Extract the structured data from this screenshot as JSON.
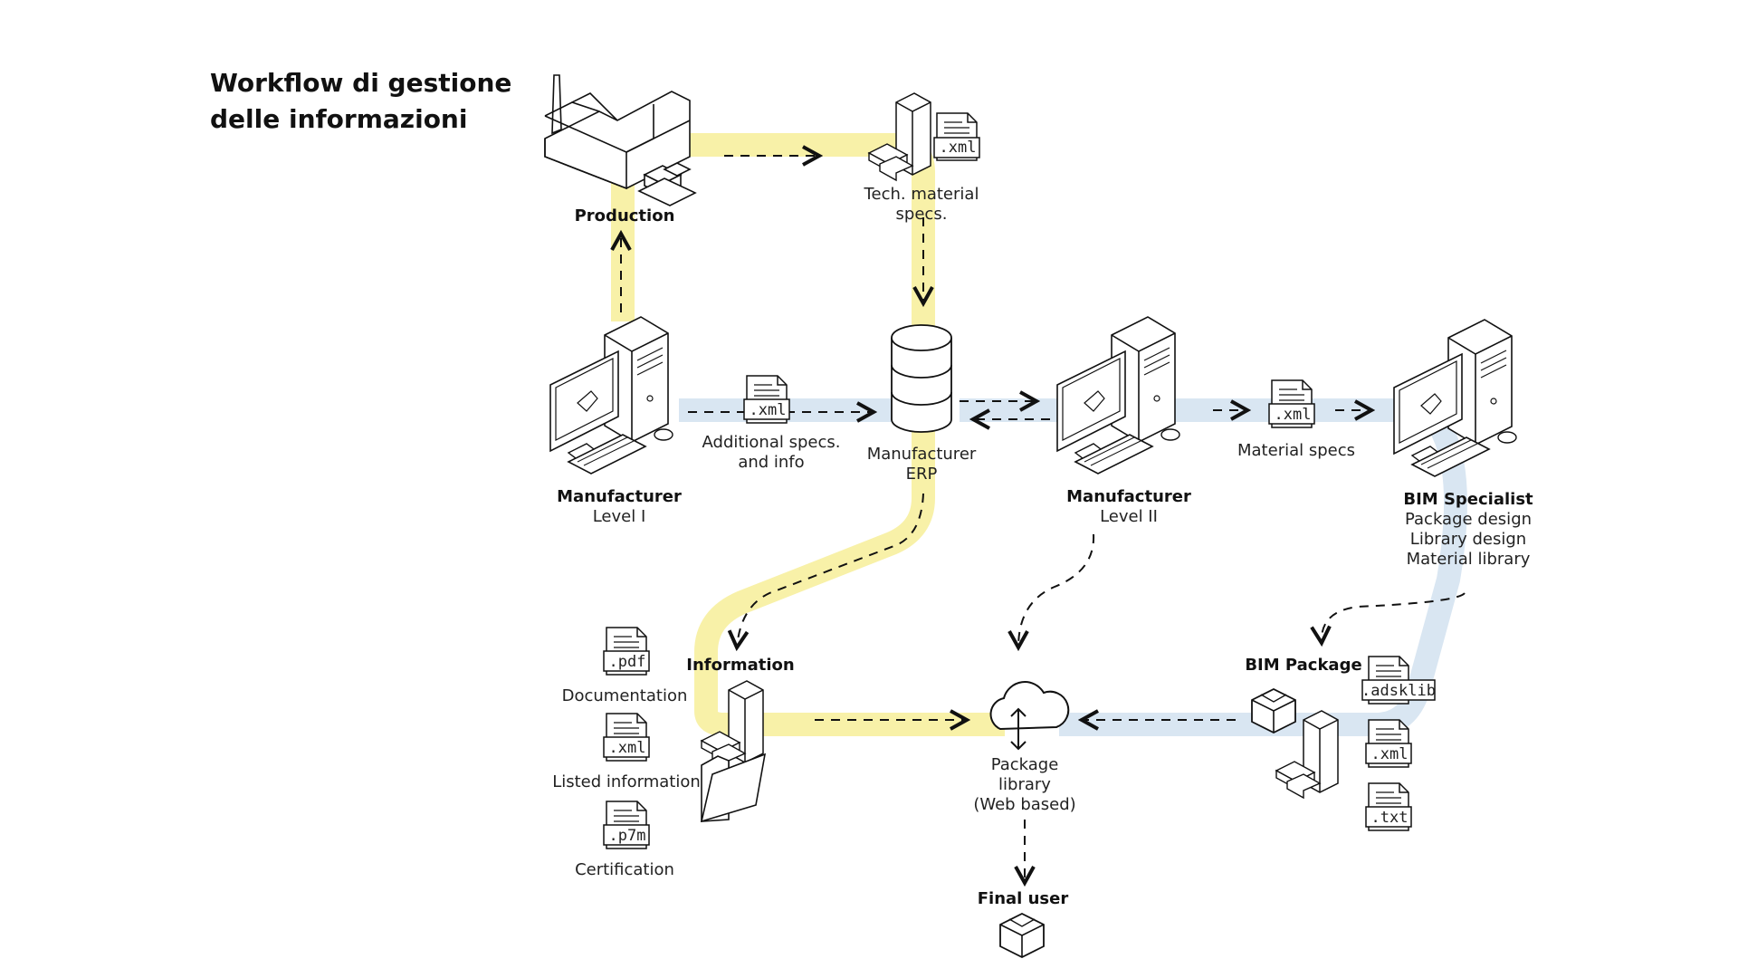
{
  "title": {
    "line1": "Workflow di gestione",
    "line2": "delle informazioni"
  },
  "colors": {
    "yellow_flow": "#f8f1a8",
    "blue_flow": "#d9e6f2",
    "stroke": "#111111"
  },
  "nodes": {
    "production": {
      "name": "Production"
    },
    "tech_specs": {
      "line1": "Tech. material",
      "line2": "specs.",
      "file": ".xml"
    },
    "manufacturer_1": {
      "name": "Manufacturer",
      "sub": "Level I"
    },
    "additional_specs": {
      "line1": "Additional specs.",
      "line2": "and info",
      "file": ".xml"
    },
    "erp": {
      "line1": "Manufacturer",
      "line2": "ERP"
    },
    "manufacturer_2": {
      "name": "Manufacturer",
      "sub": "Level II"
    },
    "material_specs": {
      "label": "Material specs",
      "file": ".xml"
    },
    "bim_specialist": {
      "name": "BIM Specialist",
      "line1": "Package design",
      "line2": "Library design",
      "line3": "Material library"
    },
    "information": {
      "name": "Information"
    },
    "documentation": {
      "label": "Documentation",
      "file": ".pdf"
    },
    "listed_info": {
      "label": "Listed information",
      "file": ".xml"
    },
    "certification": {
      "label": "Certification",
      "file": ".p7m"
    },
    "package_library": {
      "line1": "Package",
      "line2": "library",
      "line3": "(Web based)"
    },
    "bim_package": {
      "name": "BIM Package",
      "files": [
        ".adsklib",
        ".xml",
        ".txt"
      ]
    },
    "final_user": {
      "name": "Final user"
    }
  },
  "icons": [
    "factory-icon",
    "computer-icon",
    "database-icon",
    "document-icon",
    "cloud-icon",
    "box-icon",
    "folder-icon",
    "server-icon"
  ]
}
